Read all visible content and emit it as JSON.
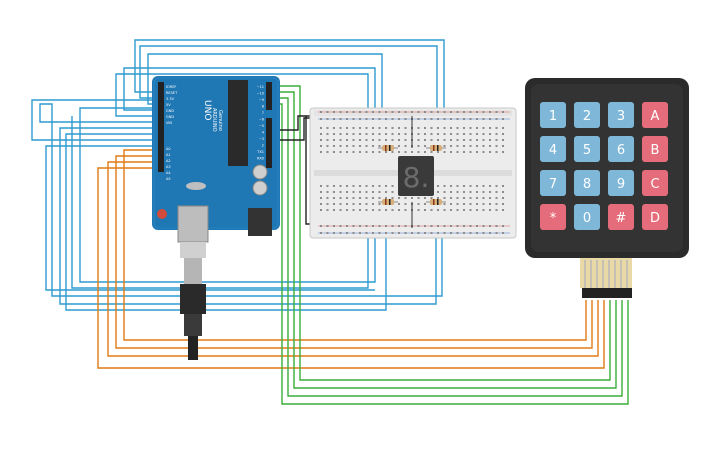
{
  "board": {
    "brand": "UNO",
    "model": "ARDUINO",
    "subtitle": "Genuino",
    "pins": [
      "~11",
      "~10",
      "~9",
      "8",
      "7",
      "~6",
      "~5",
      "4",
      "~3",
      "2",
      "TX1",
      "RX0"
    ],
    "analog": [
      "A0",
      "A1",
      "A2",
      "A3",
      "A4",
      "A5"
    ],
    "power_labels": [
      "IOREF",
      "RESET",
      "3.3V",
      "5V",
      "GND",
      "GND",
      "VIN"
    ],
    "body_color": "#1f77b4"
  },
  "display": {
    "digit": "8.",
    "color": "#3a3a3a"
  },
  "keypad": {
    "keys": [
      {
        "label": "1",
        "color": "#7fb7d9"
      },
      {
        "label": "2",
        "color": "#7fb7d9"
      },
      {
        "label": "3",
        "color": "#7fb7d9"
      },
      {
        "label": "A",
        "color": "#e56c7a"
      },
      {
        "label": "4",
        "color": "#7fb7d9"
      },
      {
        "label": "5",
        "color": "#7fb7d9"
      },
      {
        "label": "6",
        "color": "#7fb7d9"
      },
      {
        "label": "B",
        "color": "#e56c7a"
      },
      {
        "label": "7",
        "color": "#7fb7d9"
      },
      {
        "label": "8",
        "color": "#7fb7d9"
      },
      {
        "label": "9",
        "color": "#7fb7d9"
      },
      {
        "label": "C",
        "color": "#e56c7a"
      },
      {
        "label": "*",
        "color": "#e56c7a"
      },
      {
        "label": "0",
        "color": "#7fb7d9"
      },
      {
        "label": "#",
        "color": "#e56c7a"
      },
      {
        "label": "D",
        "color": "#e56c7a"
      }
    ]
  },
  "wire_colors": {
    "blue": "#2f9bd1",
    "orange": "#e07b16",
    "green": "#3aae3a",
    "black": "#222222"
  }
}
